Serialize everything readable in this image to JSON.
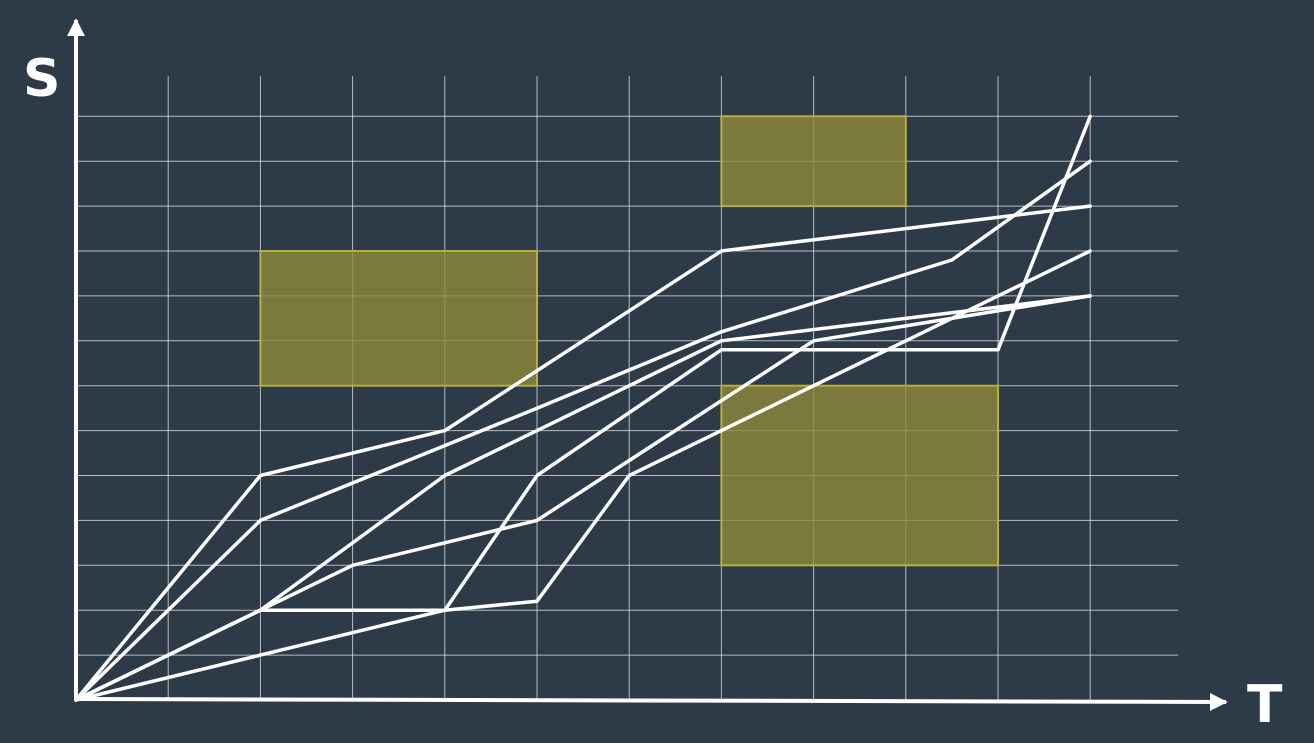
{
  "colors": {
    "background": "#2d3a48",
    "grid": "#e6e8ea",
    "axis": "#ffffff",
    "trajectory": "#ffffff",
    "obstacle_fill": "#8f8a3a",
    "obstacle_edge": "#b9ad3c"
  },
  "axes": {
    "y_label": "S",
    "x_label": "T"
  },
  "diagram": {
    "grid": {
      "columns": 11,
      "rows": 13
    },
    "obstacles": [
      {
        "t0": 2,
        "t1": 5,
        "s0": 7,
        "s1": 10
      },
      {
        "t0": 7,
        "t1": 9,
        "s0": 11,
        "s1": 13
      },
      {
        "t0": 7,
        "t1": 10,
        "s0": 3,
        "s1": 7
      }
    ],
    "trajectories": [
      [
        [
          0,
          0
        ],
        [
          2,
          1
        ],
        [
          4,
          2
        ],
        [
          5,
          2.2
        ],
        [
          6,
          5
        ],
        [
          7,
          6
        ],
        [
          9,
          8
        ],
        [
          11,
          10
        ]
      ],
      [
        [
          0,
          0
        ],
        [
          2,
          2
        ],
        [
          4,
          5
        ],
        [
          6,
          7
        ],
        [
          7,
          8
        ],
        [
          11,
          9
        ]
      ],
      [
        [
          0,
          0
        ],
        [
          2,
          4
        ],
        [
          5,
          6.5
        ],
        [
          7,
          8.2
        ],
        [
          9.5,
          9.8
        ],
        [
          11,
          12
        ]
      ],
      [
        [
          0,
          0
        ],
        [
          2,
          5
        ],
        [
          4,
          6
        ],
        [
          7,
          10
        ],
        [
          11,
          11
        ]
      ],
      [
        [
          0,
          0
        ],
        [
          2,
          2
        ],
        [
          4,
          2
        ],
        [
          5,
          5
        ],
        [
          7,
          7.8
        ],
        [
          10,
          7.8
        ],
        [
          11,
          13
        ]
      ],
      [
        [
          0,
          0
        ],
        [
          3,
          3
        ],
        [
          5,
          4
        ],
        [
          8,
          8
        ],
        [
          11,
          9
        ]
      ]
    ]
  }
}
